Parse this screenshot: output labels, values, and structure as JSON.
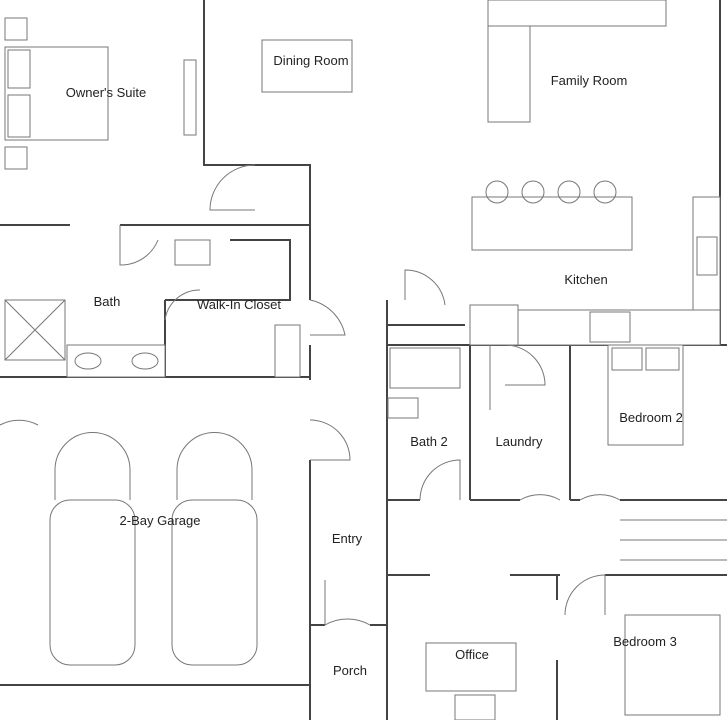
{
  "plan": {
    "rooms": {
      "owners_suite": "Owner's Suite",
      "dining_room": "Dining Room",
      "family_room": "Family Room",
      "kitchen": "Kitchen",
      "bath": "Bath",
      "walk_in_closet": "Walk-In Closet",
      "bath_2": "Bath 2",
      "laundry": "Laundry",
      "bedroom_2": "Bedroom 2",
      "garage": "2-Bay Garage",
      "entry": "Entry",
      "porch": "Porch",
      "office": "Office",
      "bedroom_3": "Bedroom 3"
    }
  }
}
